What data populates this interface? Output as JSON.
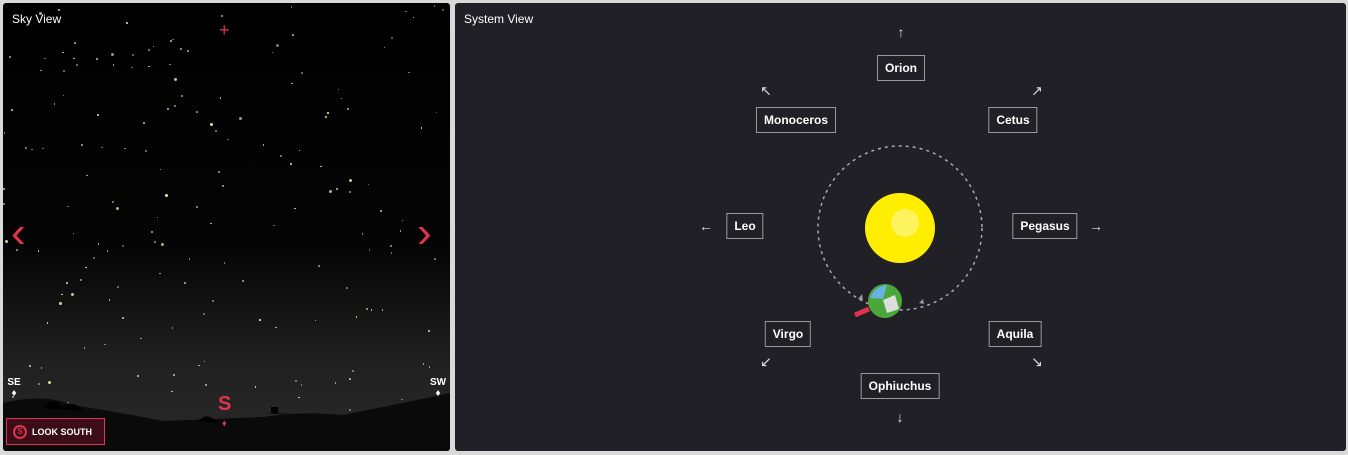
{
  "sky_view": {
    "title": "Sky View",
    "direction": "S",
    "left_direction": "SE",
    "right_direction": "SW",
    "look_button": "LOOK SOUTH",
    "look_icon_letter": "S"
  },
  "system_view": {
    "title": "System View",
    "constellations": {
      "top": "Orion",
      "top_left": "Monoceros",
      "top_right": "Cetus",
      "left": "Leo",
      "right": "Pegasus",
      "bottom_left": "Virgo",
      "bottom_right": "Aquila",
      "bottom": "Ophiuchus"
    }
  },
  "colors": {
    "accent": "#e0334f",
    "sun": "#ffee00",
    "panel": "#222027"
  }
}
